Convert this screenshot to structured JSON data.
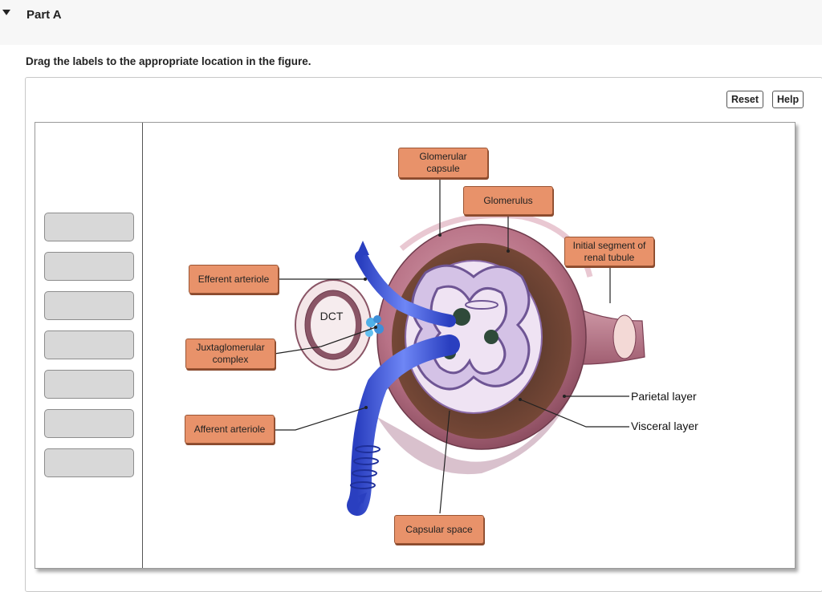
{
  "part": {
    "title": "Part A"
  },
  "instruction": "Drag the labels to the appropriate location in the figure.",
  "toolbar": {
    "reset_label": "Reset",
    "help_label": "Help"
  },
  "label_bank": {
    "empty_slot_count": 7
  },
  "figure": {
    "structure_text": {
      "dct": "DCT"
    },
    "placed_labels": {
      "glomerular_capsule": "Glomerular capsule",
      "glomerulus": "Glomerulus",
      "initial_segment": "Initial segment of renal tubule",
      "efferent_arteriole": "Efferent arteriole",
      "juxtaglomerular_complex": "Juxtaglomerular complex",
      "afferent_arteriole": "Afferent arteriole",
      "capsular_space": "Capsular space"
    },
    "static_labels": {
      "parietal_layer": "Parietal layer",
      "visceral_layer": "Visceral layer"
    }
  },
  "colors": {
    "tag_fill": "#e8926a",
    "tag_border": "#9a5534",
    "capsule": "#b86f80",
    "capsule_inner": "#6a3a2e",
    "vessel": "#4a63e0",
    "capillary": "#c8b4e0",
    "slot_fill": "#d8d8d8"
  }
}
